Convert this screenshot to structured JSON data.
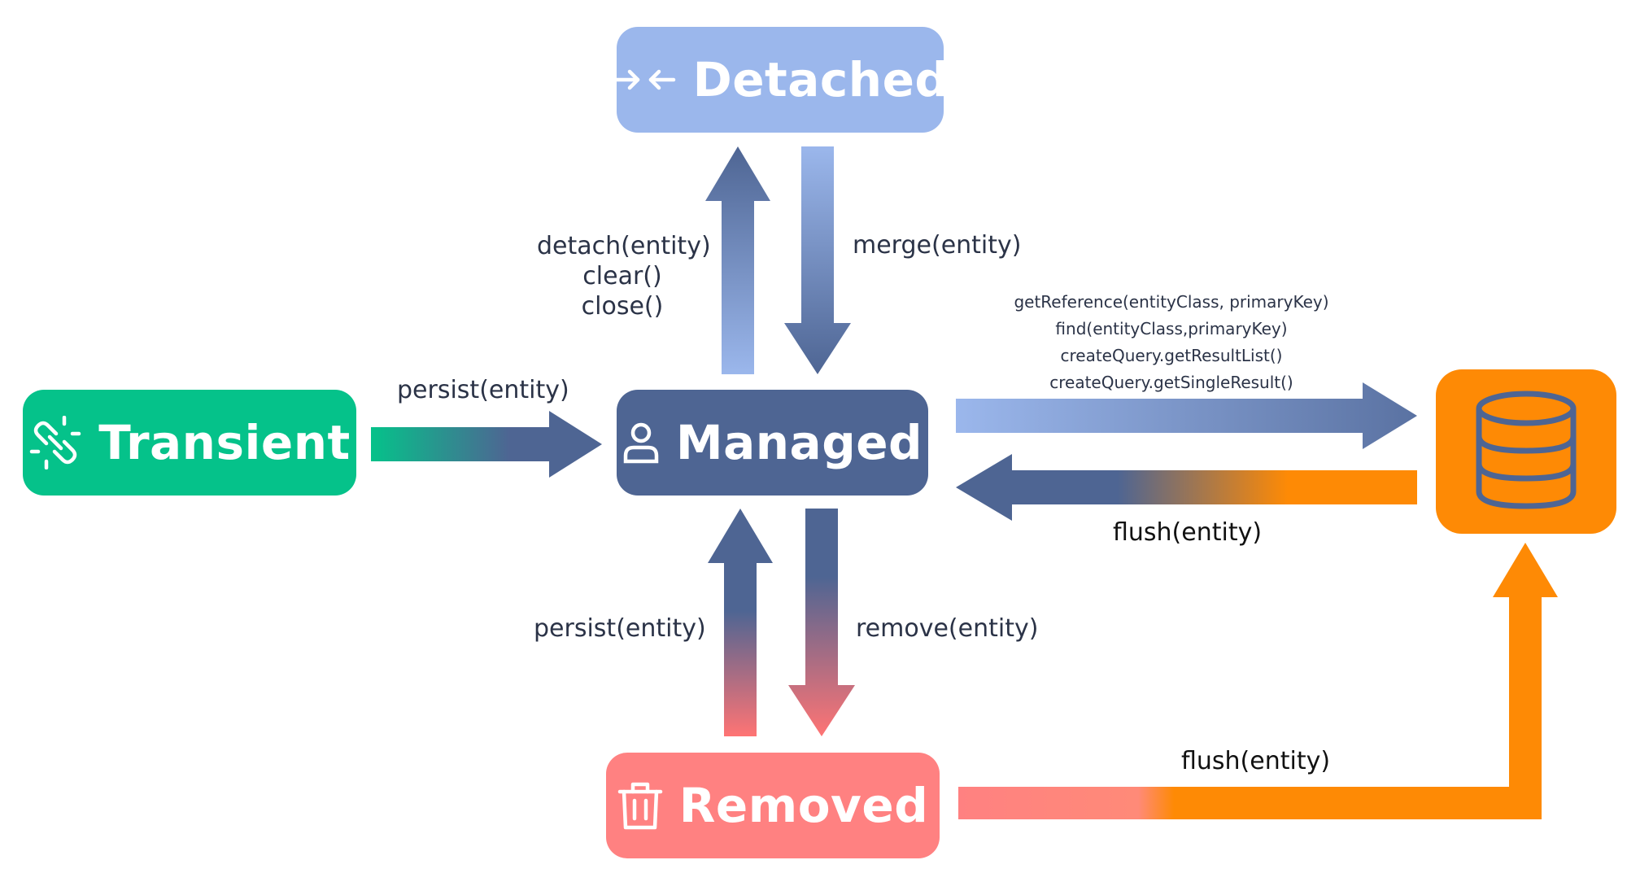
{
  "states": {
    "detached": "Detached",
    "managed": "Managed",
    "transient": "Transient",
    "removed": "Removed"
  },
  "icons": {
    "detached": "arrows-apart-icon",
    "managed": "user-icon",
    "transient": "broken-link-icon",
    "removed": "trash-icon",
    "database": "database-icon"
  },
  "transitions": {
    "managed_to_detached": [
      "detach(entity)",
      "clear()",
      "close()"
    ],
    "detached_to_managed": "merge(entity)",
    "transient_to_managed": "persist(entity)",
    "removed_to_managed": "persist(entity)",
    "managed_to_removed": "remove(entity)",
    "managed_to_database": "flush(entity)",
    "removed_to_database": "flush(entity)",
    "database_to_managed": [
      "getReference(entityClass, primaryKey)",
      "find(entityClass,primaryKey)",
      "createQuery.getResultList()",
      "createQuery.getSingleResult()"
    ]
  },
  "colors": {
    "transient": "#05c28a",
    "managed": "#4e6593",
    "detached": "#9bb7ec",
    "removed": "#ff8181",
    "database": "#fe8a05"
  }
}
